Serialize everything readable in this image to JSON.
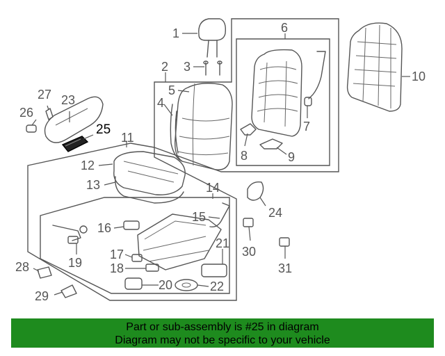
{
  "labels": {
    "p1": "1",
    "p2": "2",
    "p3": "3",
    "p4": "4",
    "p5": "5",
    "p6": "6",
    "p7": "7",
    "p8": "8",
    "p9": "9",
    "p10": "10",
    "p11": "11",
    "p12": "12",
    "p13": "13",
    "p14": "14",
    "p15": "15",
    "p16": "16",
    "p17": "17",
    "p18": "18",
    "p19": "19",
    "p20": "20",
    "p21": "21",
    "p22": "22",
    "p23": "23",
    "p24": "24",
    "p25": "25",
    "p26": "26",
    "p27": "27",
    "p28": "28",
    "p29": "29",
    "p30": "30",
    "p31": "31"
  },
  "highlighted_part": "25",
  "highlight_color": "#1e8b1e",
  "banner": {
    "line1": "Part or sub-assembly is #25 in diagram",
    "line2": "Diagram may not be specific to your vehicle",
    "background": "#1e8b1e"
  }
}
